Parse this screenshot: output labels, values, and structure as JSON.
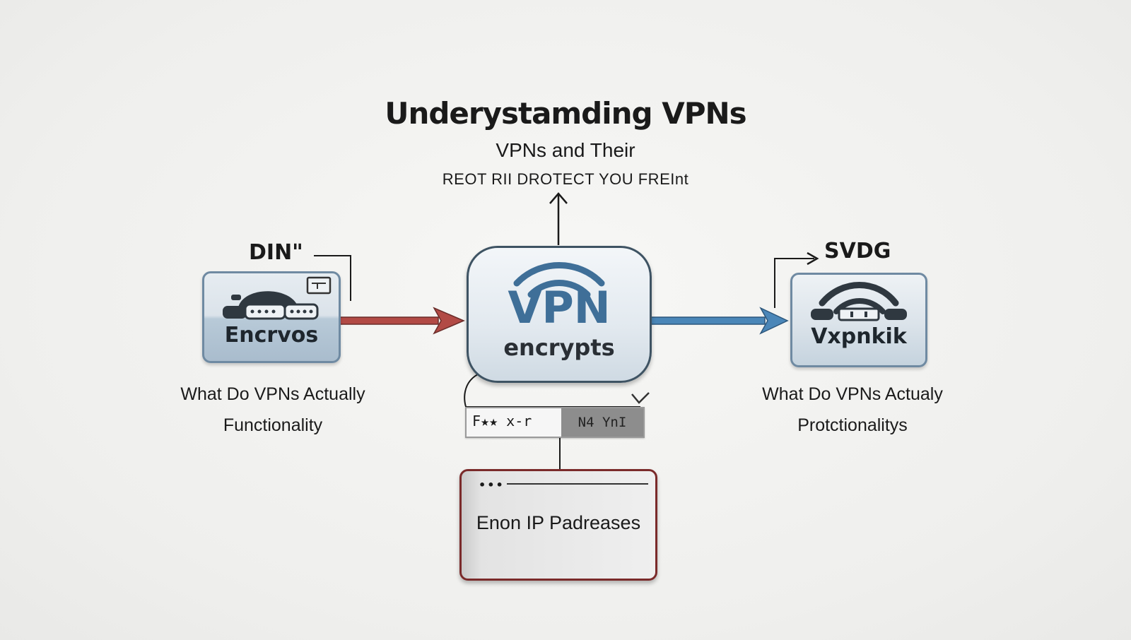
{
  "title": "Underystamding VPNs",
  "subtitle": "VPNs and Their",
  "tagline": "REOT RII DROTECT YOU FREInt",
  "left": {
    "label": "DIN\"",
    "box_text": "Encrvos",
    "caption_line1": "What Do VPNs Actually",
    "caption_line2": "Functionality"
  },
  "center": {
    "vpn_label": "VPN",
    "sub_label": "encrypts"
  },
  "right": {
    "label": "SVDG",
    "box_text": "Vxpnkik",
    "caption_line1": "What Do VPNs Actualy",
    "caption_line2": "Protctionalitys"
  },
  "bar": {
    "left_text": "F★★ x-r",
    "right_text": "N4 YnI"
  },
  "window": {
    "text": "Enon IP Padreases"
  },
  "colors": {
    "red_arrow": "#b24a45",
    "blue_arrow": "#4a86b8",
    "vpn_blue": "#3f6f98",
    "box_border": "#6f8aa2",
    "window_border": "#7a2a2a"
  }
}
